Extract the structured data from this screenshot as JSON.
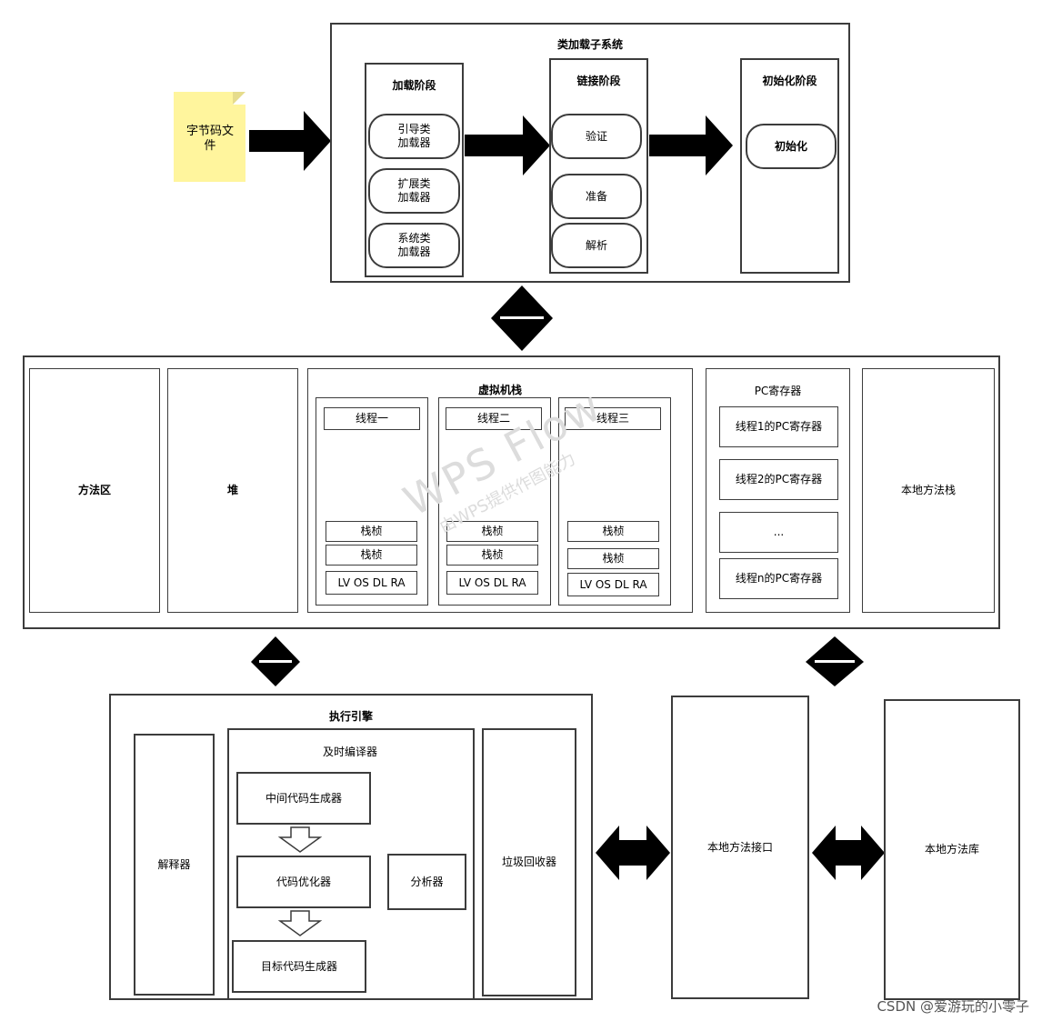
{
  "bytecode_file": "字节码文件",
  "class_loader": {
    "title": "类加载子系统",
    "loading": {
      "title": "加载阶段",
      "items": [
        "引导类\n加载器",
        "扩展类\n加载器",
        "系统类\n加载器"
      ]
    },
    "linking": {
      "title": "链接阶段",
      "items": [
        "验证",
        "准备",
        "解析"
      ]
    },
    "init": {
      "title": "初始化阶段",
      "items": [
        "初始化"
      ]
    }
  },
  "runtime": {
    "method_area": "方法区",
    "heap": "堆",
    "vm_stack": {
      "title": "虚拟机栈",
      "threads": [
        {
          "name": "线程一",
          "frames": [
            "栈桢",
            "栈桢"
          ],
          "detail": "LV OS DL RA"
        },
        {
          "name": "线程二",
          "frames": [
            "栈桢",
            "栈桢"
          ],
          "detail": "LV OS DL RA"
        },
        {
          "name": "线程三",
          "frames": [
            "栈桢",
            "栈桢"
          ],
          "detail": "LV OS DL RA"
        }
      ]
    },
    "pc_register": {
      "title": "PC寄存器",
      "items": [
        "线程1的PC寄存器",
        "线程2的PC寄存器",
        "...",
        "线程n的PC寄存器"
      ]
    },
    "native_stack": "本地方法栈"
  },
  "engine": {
    "title": "执行引擎",
    "interpreter": "解释器",
    "jit": {
      "title": "及时编译器",
      "items": [
        "中间代码生成器",
        "代码优化器",
        "目标代码生成器"
      ],
      "analyzer": "分析器"
    },
    "gc": "垃圾回收器"
  },
  "native_interface": "本地方法接口",
  "native_library": "本地方法库",
  "watermark": {
    "line1": "WPS Flow",
    "line2": "由WPS提供作图能力"
  },
  "footer": "CSDN @爱游玩的小零子"
}
